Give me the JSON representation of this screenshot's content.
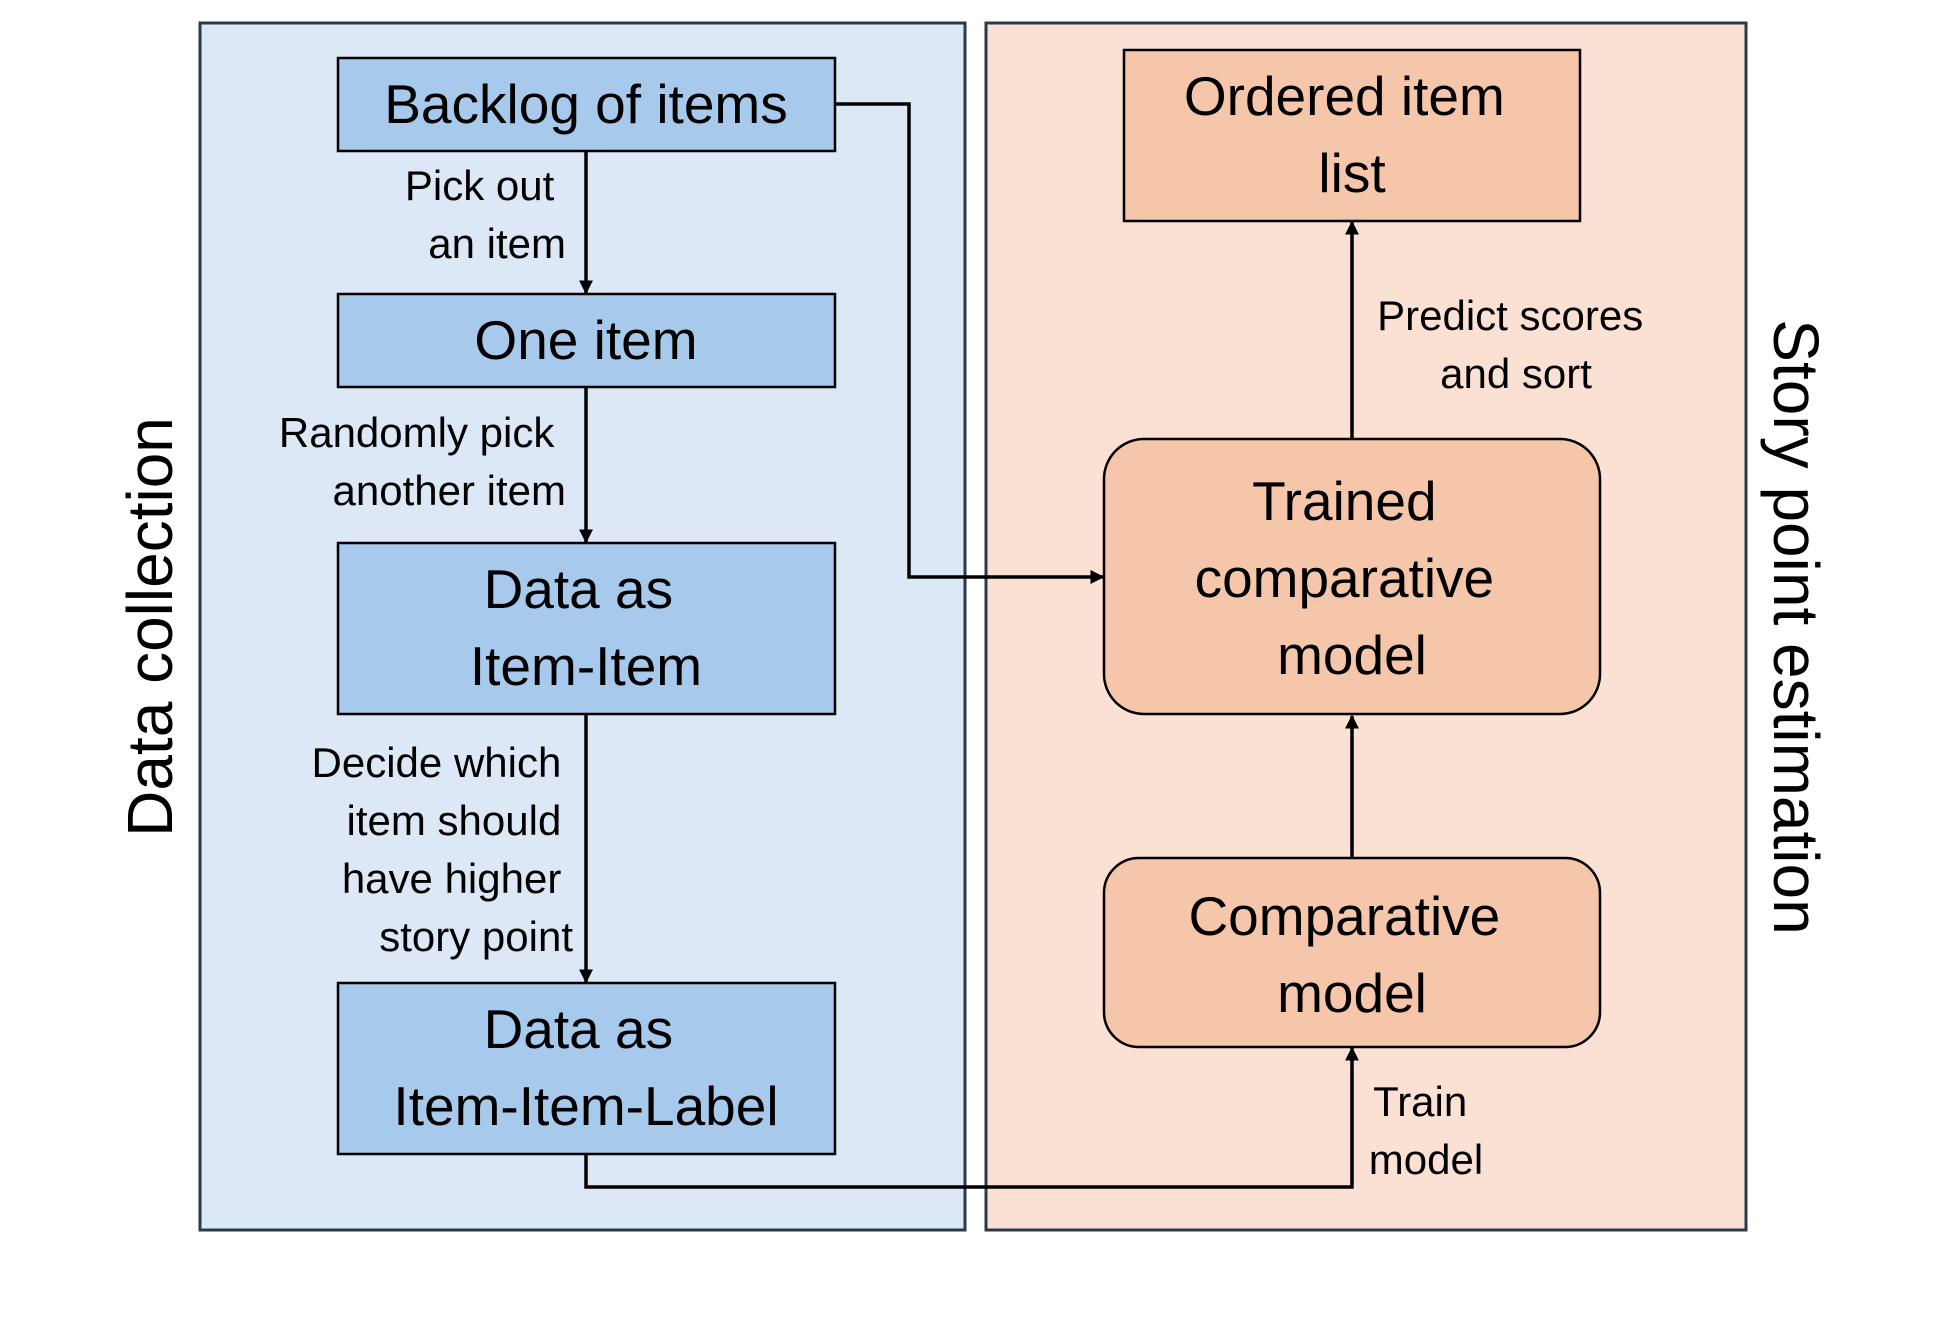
{
  "colors": {
    "left_panel_fill": "#dce8f5",
    "right_panel_fill": "#fbe1d4",
    "panel_border": "#2b3a4a",
    "left_node_fill": "#a7c9ec",
    "right_node_fill": "#f6c6ab",
    "node_border": "#000000",
    "edge_color": "#000000"
  },
  "panels": {
    "data_collection": {
      "label": "Data collection"
    },
    "story_point_estimation": {
      "label": "Story point estimation"
    }
  },
  "nodes": {
    "backlog": {
      "label": "Backlog of items"
    },
    "one_item": {
      "label": "One item"
    },
    "item_item": {
      "lines": [
        "Data as",
        "Item-Item"
      ]
    },
    "item_item_label": {
      "lines": [
        "Data as",
        "Item-Item-Label"
      ]
    },
    "ordered_list": {
      "lines": [
        "Ordered item",
        "list"
      ]
    },
    "trained_model": {
      "lines": [
        "Trained",
        "comparative",
        "model"
      ]
    },
    "comparative_model": {
      "lines": [
        "Comparative",
        "model"
      ]
    }
  },
  "edges": {
    "pick_out": {
      "lines": [
        "Pick out",
        "an item"
      ]
    },
    "randomly_pick": {
      "lines": [
        "Randomly pick",
        "another item"
      ]
    },
    "decide": {
      "lines": [
        "Decide which",
        "item should",
        "have higher",
        "story point"
      ]
    },
    "predict": {
      "lines": [
        "Predict scores",
        "and sort"
      ]
    },
    "train": {
      "lines": [
        "Train",
        "model"
      ]
    }
  }
}
